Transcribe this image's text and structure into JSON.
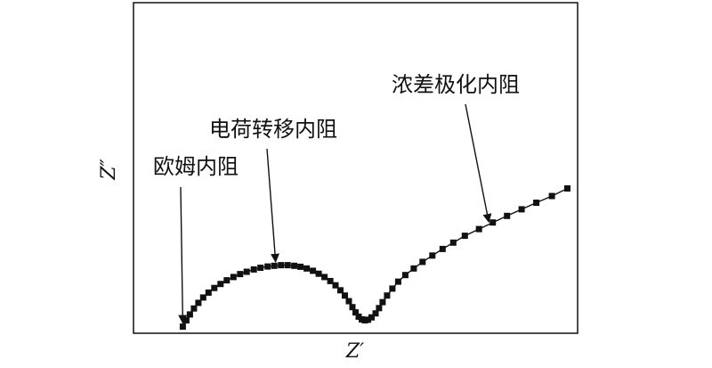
{
  "chart_data": {
    "type": "scatter",
    "title": "",
    "xlabel": "Z′",
    "ylabel": "Z″",
    "grid": false,
    "legend": "none",
    "xlim": [
      0,
      100
    ],
    "ylim": [
      0,
      100
    ],
    "series": [
      {
        "values": [
          {
            "x": 11.1,
            "y": 2.0
          },
          {
            "x": 11.9,
            "y": 3.9
          },
          {
            "x": 12.7,
            "y": 5.7
          },
          {
            "x": 13.6,
            "y": 7.5
          },
          {
            "x": 14.6,
            "y": 9.2
          },
          {
            "x": 15.7,
            "y": 10.8
          },
          {
            "x": 16.9,
            "y": 12.3
          },
          {
            "x": 18.2,
            "y": 13.7
          },
          {
            "x": 19.6,
            "y": 14.9
          },
          {
            "x": 21.0,
            "y": 16.0
          },
          {
            "x": 22.5,
            "y": 17.0
          },
          {
            "x": 24.0,
            "y": 17.9
          },
          {
            "x": 25.5,
            "y": 18.6
          },
          {
            "x": 27.1,
            "y": 19.3
          },
          {
            "x": 28.6,
            "y": 19.8
          },
          {
            "x": 30.2,
            "y": 20.2
          },
          {
            "x": 31.7,
            "y": 20.4
          },
          {
            "x": 33.2,
            "y": 20.6
          },
          {
            "x": 34.7,
            "y": 20.6
          },
          {
            "x": 36.2,
            "y": 20.4
          },
          {
            "x": 37.6,
            "y": 20.1
          },
          {
            "x": 39.0,
            "y": 19.6
          },
          {
            "x": 40.4,
            "y": 18.9
          },
          {
            "x": 41.7,
            "y": 18.0
          },
          {
            "x": 43.0,
            "y": 17.0
          },
          {
            "x": 44.3,
            "y": 15.8
          },
          {
            "x": 45.5,
            "y": 14.5
          },
          {
            "x": 46.6,
            "y": 13.0
          },
          {
            "x": 47.6,
            "y": 11.4
          },
          {
            "x": 48.5,
            "y": 9.7
          },
          {
            "x": 49.3,
            "y": 7.9
          },
          {
            "x": 50.0,
            "y": 6.3
          },
          {
            "x": 50.7,
            "y": 5.0
          },
          {
            "x": 51.4,
            "y": 4.2
          },
          {
            "x": 52.1,
            "y": 3.9
          },
          {
            "x": 52.8,
            "y": 4.1
          },
          {
            "x": 53.6,
            "y": 4.8
          },
          {
            "x": 54.5,
            "y": 6.0
          },
          {
            "x": 55.3,
            "y": 7.6
          },
          {
            "x": 56.1,
            "y": 9.4
          },
          {
            "x": 57.1,
            "y": 11.4
          },
          {
            "x": 58.3,
            "y": 13.5
          },
          {
            "x": 59.6,
            "y": 15.6
          },
          {
            "x": 61.2,
            "y": 17.6
          },
          {
            "x": 63.1,
            "y": 19.6
          },
          {
            "x": 65.1,
            "y": 21.6
          },
          {
            "x": 67.3,
            "y": 23.5
          },
          {
            "x": 69.6,
            "y": 25.5
          },
          {
            "x": 72.0,
            "y": 27.4
          },
          {
            "x": 74.6,
            "y": 29.5
          },
          {
            "x": 77.8,
            "y": 31.5
          },
          {
            "x": 80.9,
            "y": 33.5
          },
          {
            "x": 84.1,
            "y": 35.5
          },
          {
            "x": 87.4,
            "y": 37.5
          },
          {
            "x": 90.7,
            "y": 39.5
          },
          {
            "x": 94.2,
            "y": 41.5
          },
          {
            "x": 97.7,
            "y": 43.8
          }
        ]
      }
    ],
    "annotations": [
      {
        "label": "欧姆内阻",
        "target": {
          "x": 11.1,
          "y": 2.0
        }
      },
      {
        "label": "电荷转移内阻",
        "target": {
          "x": 32.0,
          "y": 20.5
        }
      },
      {
        "label": "浓差极化内阻",
        "target": {
          "x": 80.0,
          "y": 32.6
        }
      }
    ],
    "colors": {
      "marker": "#111111",
      "line": "#111111",
      "frame": "#111111",
      "background": "#ffffff"
    }
  }
}
